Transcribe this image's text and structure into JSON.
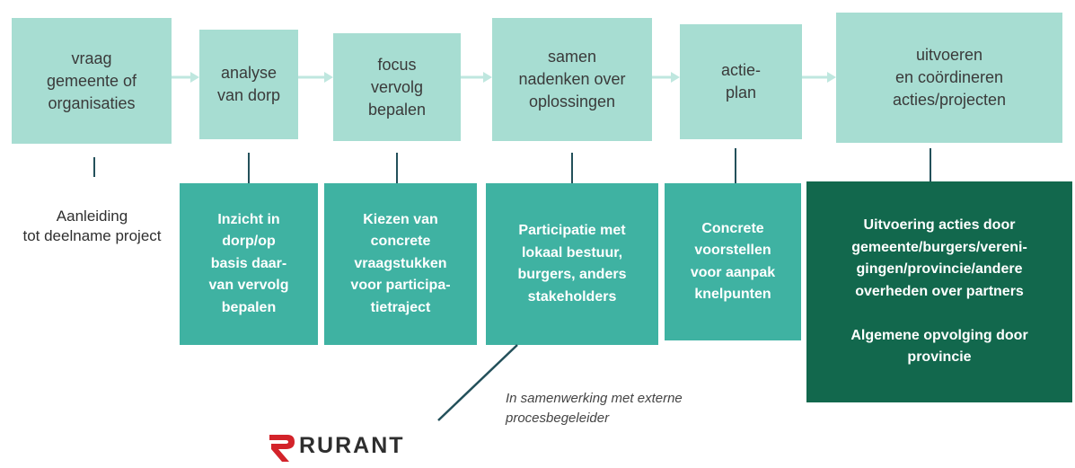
{
  "colors": {
    "step_bg": "#a7ddd2",
    "detail_bg": "#3fb2a2",
    "detail_dark_bg": "#12684d",
    "connector": "#23505a",
    "arrow": "#bfe7df",
    "logo_red": "#d3232a"
  },
  "steps": [
    {
      "label": "vraag\ngemeente of\norganisaties"
    },
    {
      "label": "analyse\nvan dorp"
    },
    {
      "label": "focus\nvervolg\nbepalen"
    },
    {
      "label": "samen\nnadenken over\noplossingen"
    },
    {
      "label": "actie-\nplan"
    },
    {
      "label": "uitvoeren\nen coördineren\nacties/projecten"
    }
  ],
  "cause": "Aanleiding\ntot deelname project",
  "details": [
    {
      "label": "Inzicht in\ndorp/op\nbasis daar-\nvan vervolg\nbepalen"
    },
    {
      "label": "Kiezen van\nconcrete\nvraagstukken\nvoor participa-\ntietraject"
    },
    {
      "label": "Participatie met\nlokaal bestuur,\nburgers, anders\nstakeholders"
    },
    {
      "label": "Concrete\nvoorstellen\nvoor aanpak\nknelpunten"
    },
    {
      "label": "Uitvoering acties door\ngemeente/burgers/vereni-\ngingen/provincie/andere\noverheden over partners\n\nAlgemene opvolging door\nprovincie"
    }
  ],
  "note": "In samenwerking met externe\nprocesbegeleider",
  "logo": {
    "name": "RURANT",
    "icon": "rurant-logo-icon"
  }
}
